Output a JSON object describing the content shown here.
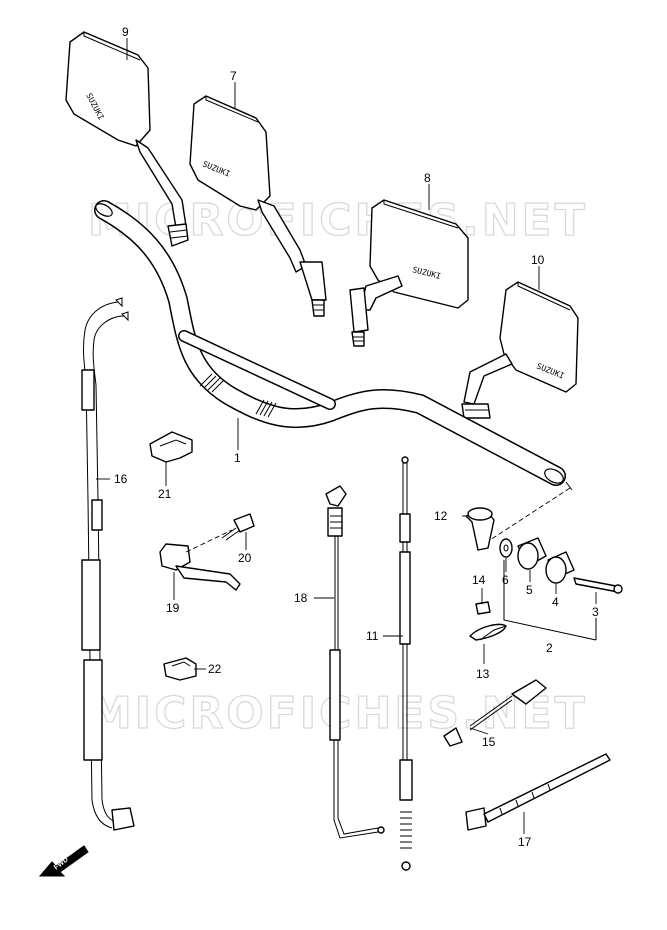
{
  "watermark": "MICROFICHES.NET",
  "fwd_label": "FWD",
  "mirror_text": "SUZUKI",
  "callouts": {
    "c1": "1",
    "c2": "2",
    "c3": "3",
    "c4": "4",
    "c5": "5",
    "c6": "6",
    "c7": "7",
    "c8": "8",
    "c9": "9",
    "c10": "10",
    "c11": "11",
    "c12": "12",
    "c13": "13",
    "c14": "14",
    "c15": "15",
    "c16": "16",
    "c17": "17",
    "c18": "18",
    "c19": "19",
    "c20": "20",
    "c21": "21",
    "c22": "22"
  }
}
